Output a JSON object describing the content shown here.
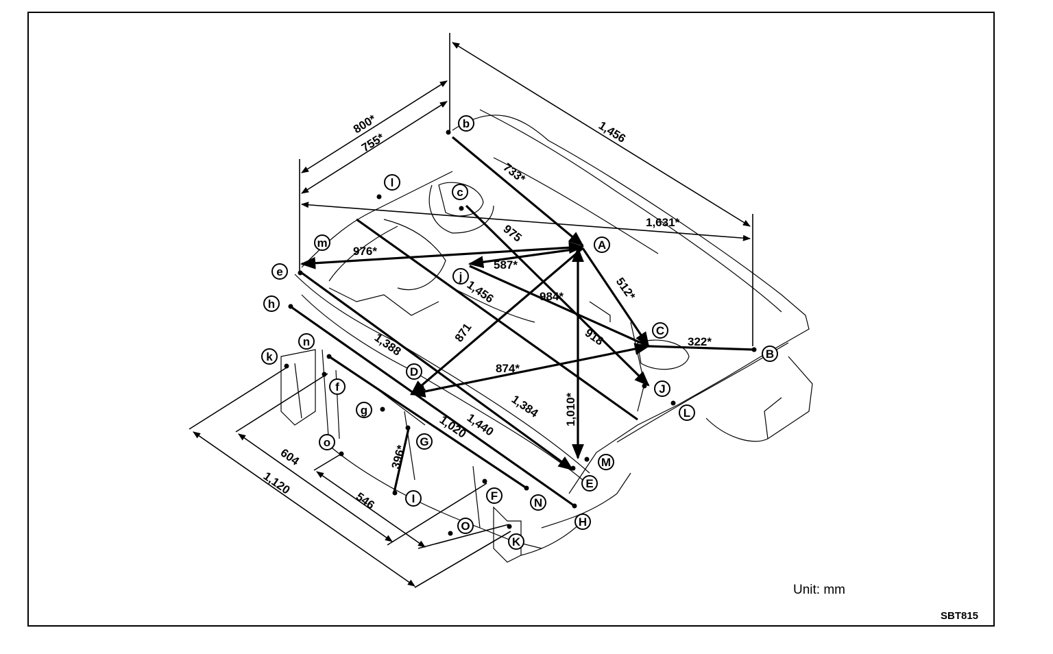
{
  "unit_label": "Unit: mm",
  "figure_code": "SBT815",
  "dimensions": [
    {
      "label": "800*"
    },
    {
      "label": "755*"
    },
    {
      "label": "1,456"
    },
    {
      "label": "733*"
    },
    {
      "label": "1,631*"
    },
    {
      "label": "975"
    },
    {
      "label": "976*"
    },
    {
      "label": "587*"
    },
    {
      "label": "512*"
    },
    {
      "label": "984*"
    },
    {
      "label": "1,456"
    },
    {
      "label": "322*"
    },
    {
      "label": "918"
    },
    {
      "label": "871"
    },
    {
      "label": "1,388"
    },
    {
      "label": "874*"
    },
    {
      "label": "1,010*"
    },
    {
      "label": "1,384"
    },
    {
      "label": "1,440"
    },
    {
      "label": "1,020"
    },
    {
      "label": "396*"
    },
    {
      "label": "604"
    },
    {
      "label": "1,120"
    },
    {
      "label": "546"
    }
  ],
  "points": [
    {
      "label": "b"
    },
    {
      "label": "l"
    },
    {
      "label": "c"
    },
    {
      "label": "A"
    },
    {
      "label": "m"
    },
    {
      "label": "e"
    },
    {
      "label": "j"
    },
    {
      "label": "h"
    },
    {
      "label": "C"
    },
    {
      "label": "B"
    },
    {
      "label": "n"
    },
    {
      "label": "D"
    },
    {
      "label": "k"
    },
    {
      "label": "f"
    },
    {
      "label": "J"
    },
    {
      "label": "g"
    },
    {
      "label": "G"
    },
    {
      "label": "L"
    },
    {
      "label": "o"
    },
    {
      "label": "M"
    },
    {
      "label": "E"
    },
    {
      "label": "I"
    },
    {
      "label": "F"
    },
    {
      "label": "N"
    },
    {
      "label": "H"
    },
    {
      "label": "O"
    },
    {
      "label": "K"
    }
  ]
}
